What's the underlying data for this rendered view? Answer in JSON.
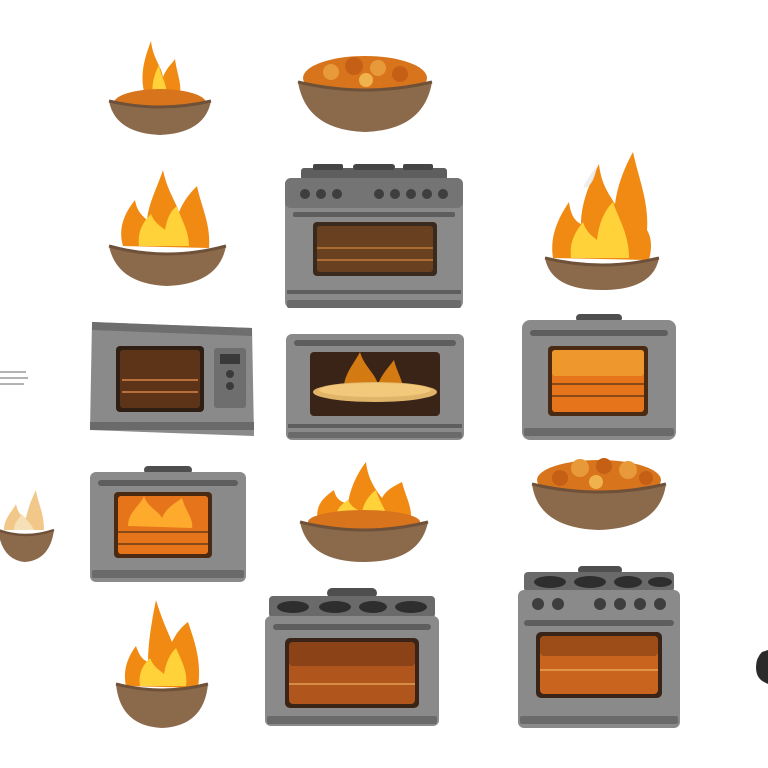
{
  "scene": {
    "background": "#ffffff",
    "palette": {
      "metal_dark": "#5e5e5e",
      "metal": "#8a8a8a",
      "metal_light": "#b4b4b4",
      "bowl": "#8b6a4c",
      "bowl_rim": "#6e5138",
      "flame_core": "#ffd23a",
      "flame_outer": "#f08a12",
      "glow": "#e5741a",
      "food": "#d8741c"
    },
    "items": [
      {
        "name": "bowl-of-flames-1",
        "icon": "fire-bowl-icon"
      },
      {
        "name": "bowl-of-pasta-1",
        "icon": "food-bowl-icon"
      },
      {
        "name": "bowl-of-flames-2",
        "icon": "fire-bowl-icon"
      },
      {
        "name": "stove-oven-1",
        "icon": "stove-icon"
      },
      {
        "name": "bowl-of-flames-3",
        "icon": "fire-bowl-icon"
      },
      {
        "name": "microwave-1",
        "icon": "microwave-icon"
      },
      {
        "name": "toaster-oven-pizza",
        "icon": "toaster-oven-icon"
      },
      {
        "name": "oven-glowing-1",
        "icon": "oven-icon"
      },
      {
        "name": "bowl-of-flames-edge",
        "icon": "fire-bowl-icon"
      },
      {
        "name": "oven-glowing-2",
        "icon": "oven-icon"
      },
      {
        "name": "bowl-of-flames-pasta",
        "icon": "fire-bowl-icon"
      },
      {
        "name": "bowl-of-pasta-2",
        "icon": "food-bowl-icon"
      },
      {
        "name": "bowl-of-flames-4",
        "icon": "fire-bowl-icon"
      },
      {
        "name": "stove-oven-2",
        "icon": "stove-icon"
      },
      {
        "name": "stove-oven-3",
        "icon": "stove-icon"
      }
    ]
  }
}
